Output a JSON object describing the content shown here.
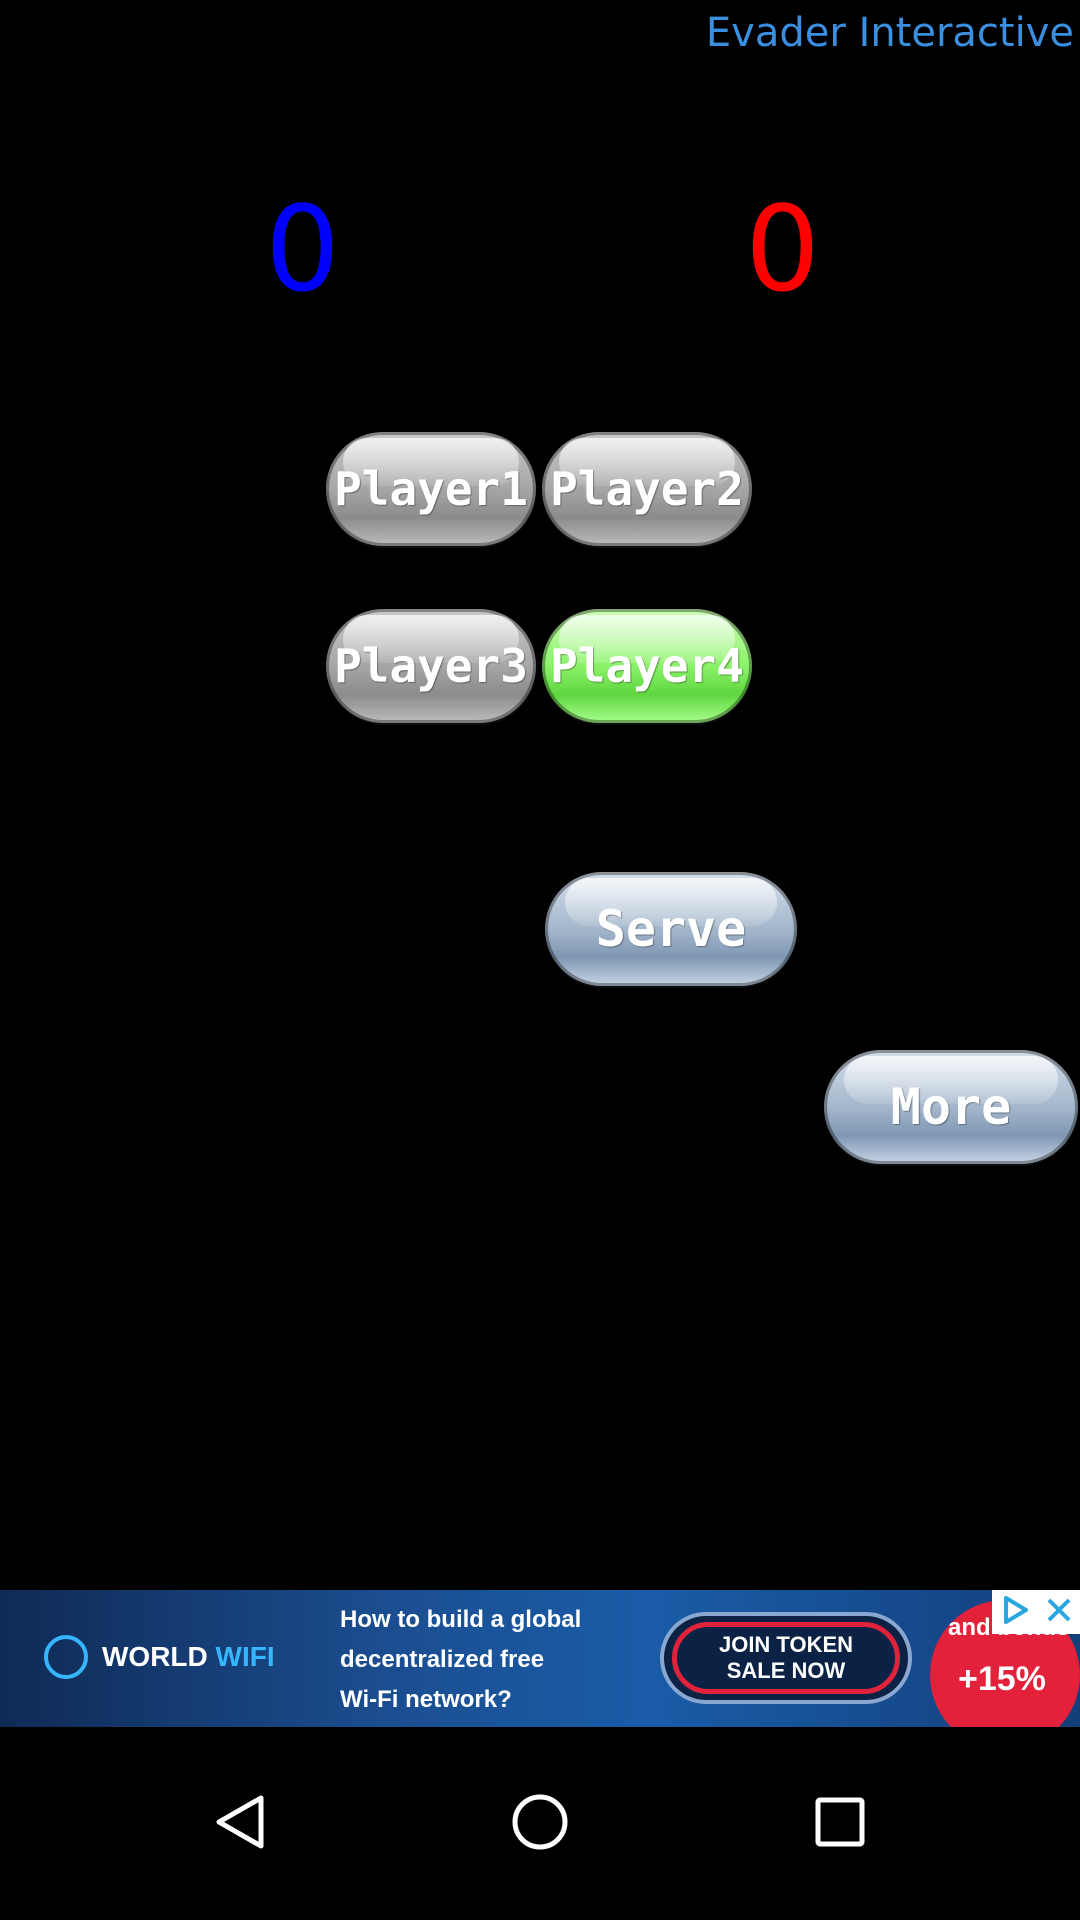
{
  "header": {
    "brand": "Evader Interactive"
  },
  "scores": {
    "left": "0",
    "right": "0"
  },
  "colors": {
    "left_score": "#0000ff",
    "right_score": "#ff0000",
    "brand": "#3a8fe0",
    "selected_player": "#8bf26a"
  },
  "players": [
    {
      "label": "Player1",
      "selected": false
    },
    {
      "label": "Player2",
      "selected": false
    },
    {
      "label": "Player3",
      "selected": false
    },
    {
      "label": "Player4",
      "selected": true
    }
  ],
  "actions": {
    "serve": "Serve",
    "more": "More"
  },
  "ad": {
    "brand_prefix": "WORLD ",
    "brand_accent": "WIFI",
    "headline_line1": "How to build a global",
    "headline_line2": "decentralized free",
    "headline_line3": "Wi-Fi network?",
    "cta_line1": "JOIN TOKEN",
    "cta_line2": "SALE NOW",
    "badge_line1": "and bonus",
    "badge_line2": "+15%"
  },
  "icons": {
    "ad_choices": "ad-choices-icon",
    "ad_close": "close-icon",
    "nav_back": "back-triangle-icon",
    "nav_home": "home-circle-icon",
    "nav_recents": "recents-square-icon"
  }
}
